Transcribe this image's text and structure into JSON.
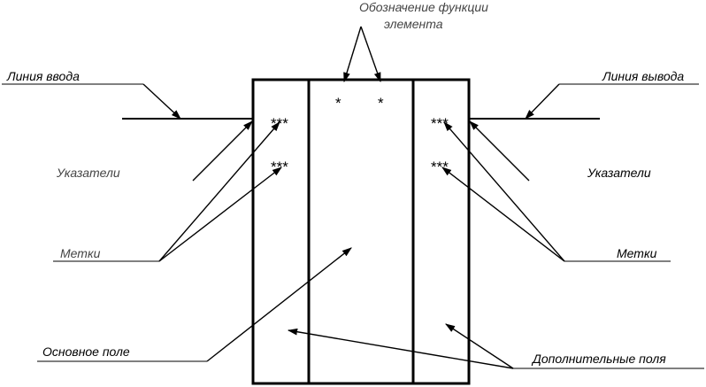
{
  "labels": {
    "function_line1": "Обозначение функции",
    "function_line2": "элемента",
    "input_line": "Линия ввода",
    "output_line": "Линия вывода",
    "pointers_left": "Указатели",
    "pointers_right": "Указатели",
    "marks_left": "Метки",
    "marks_right": "Метки",
    "main_field": "Основное поле",
    "extra_fields": "Дополнительные поля"
  },
  "symbols": {
    "function_mark": "*",
    "label_mark": "***"
  }
}
